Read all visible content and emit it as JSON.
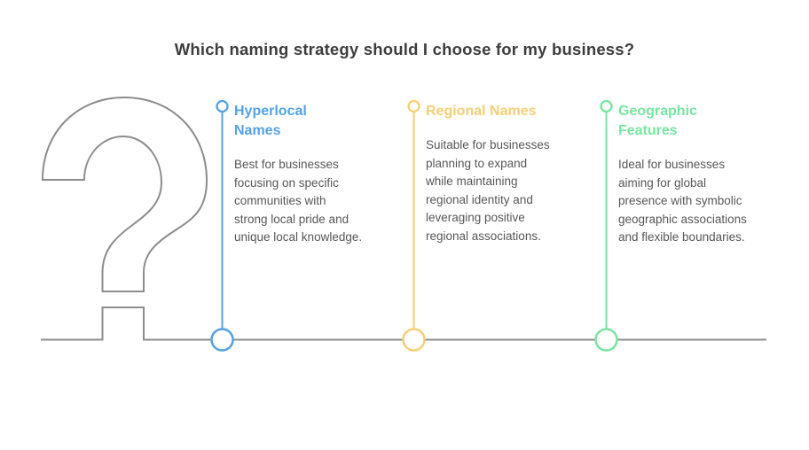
{
  "title": "Which naming strategy should I choose for my business?",
  "decor": {
    "icon": "question-mark-outline-icon"
  },
  "colors": {
    "line_gray": "#8C8C8C",
    "title_text": "#3D3D3D",
    "body_text": "#575757",
    "circle_fill": "#FFFFFF"
  },
  "columns": [
    {
      "heading": "Hyperlocal\nNames",
      "body": "Best for businesses\nfocusing on specific\ncommunities with\nstrong local pride and\nunique local knowledge.",
      "color": "#54A1E8"
    },
    {
      "heading": "Regional Names",
      "body": "Suitable for businesses\nplanning to expand\nwhile maintaining\nregional identity and\nleveraging positive\nregional associations.",
      "color": "#F7CE74"
    },
    {
      "heading": "Geographic\nFeatures",
      "body": "Ideal for businesses\naiming for global\npresence with symbolic\ngeographic associations\nand flexible boundaries.",
      "color": "#77E6A1"
    }
  ]
}
